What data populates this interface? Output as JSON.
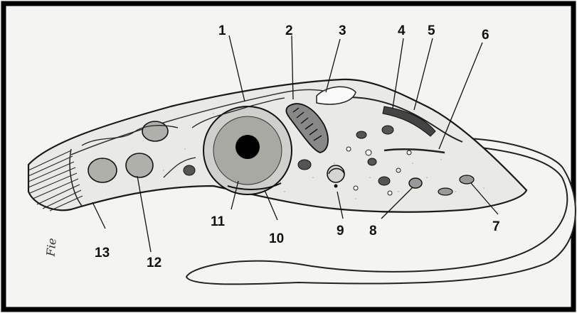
{
  "diagram": {
    "subject": "trypanosome-cell-ultrastructure",
    "labels": [
      "1",
      "2",
      "3",
      "4",
      "5",
      "6",
      "7",
      "8",
      "9",
      "10",
      "11",
      "12",
      "13"
    ],
    "signature": "Fie",
    "colors": {
      "border": "#000000",
      "paper": "#f4f4f2",
      "ink": "#1a1a1a",
      "cytoplasm": "#e9e9e6",
      "organelle": "#bcbcb8"
    }
  }
}
